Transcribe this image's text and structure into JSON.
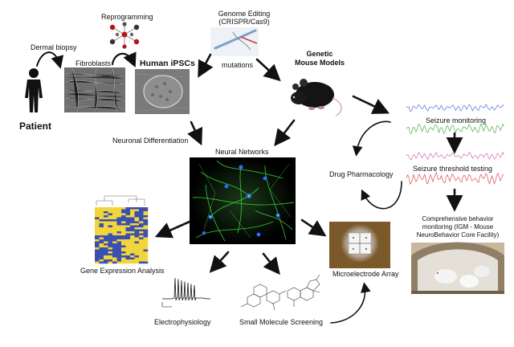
{
  "labels": {
    "dermal_biopsy": "Dermal biopsy",
    "fibroblasts": "Fibroblasts",
    "reprogramming": "Reprogramming",
    "human_ipscs": "Human iPSCs",
    "patient": "Patient",
    "genome_editing_line1": "Genome Editing",
    "genome_editing_line2": "(CRISPR/Cas9)",
    "mutations": "mutations",
    "genetic_line1": "Genetic",
    "genetic_line2": "Mouse Models",
    "neuronal_differentiation": "Neuronal Differentiation",
    "neural_networks": "Neural Networks",
    "seizure_monitoring": "Seizure monitoring",
    "seizure_threshold": "Seizure threshold testing",
    "drug_pharmacology": "Drug Pharmacology",
    "behavior_line1": "Comprehensive behavior",
    "behavior_line2": "monitoring (IGM - Mouse",
    "behavior_line3": "NeuroBehavior Core Facility)",
    "gene_expression": "Gene Expression Analysis",
    "microelectrode_array": "Microelectrode Array",
    "electrophysiology": "Electrophysiology",
    "small_molecule": "Small Molecule Screening"
  },
  "colors": {
    "arrow": "#111111",
    "neuron_green": "#3cd23c",
    "nucleus_blue": "#2a6cff",
    "heatmap_yellow": "#f2d53a",
    "heatmap_blue": "#3b4fb3",
    "eeg_blue": "#6a7fe0",
    "eeg_green": "#5fb85f",
    "eeg_pink": "#d87ab5",
    "eeg_red": "#e06060"
  }
}
